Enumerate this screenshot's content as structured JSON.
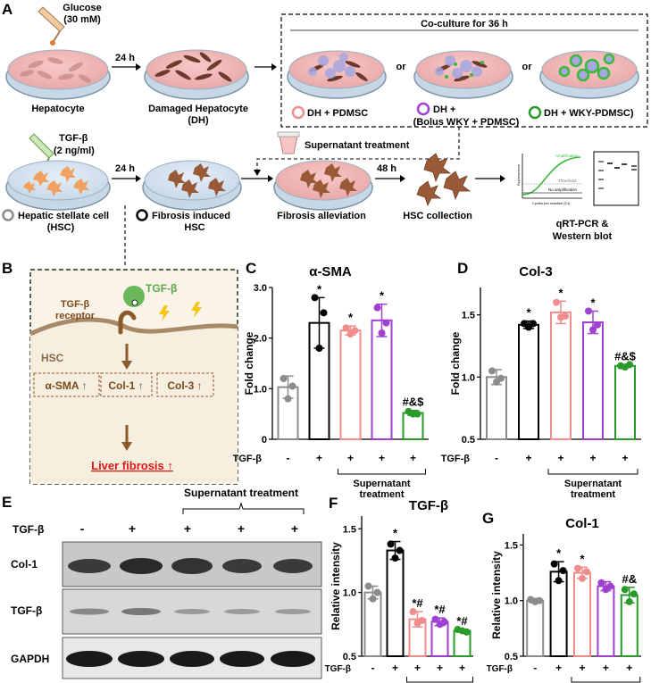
{
  "panels": {
    "A": "A",
    "B": "B",
    "C": "C",
    "D": "D",
    "E": "E",
    "F": "F",
    "G": "G"
  },
  "panel_a": {
    "glucose": "Glucose",
    "glucose_conc": "(30 mM)",
    "time_24h": "24 h",
    "time_24h_b": "24 h",
    "time_48h": "48 h",
    "hepatocyte": "Hepatocyte",
    "damaged_1": "Damaged Hepatocyte",
    "damaged_2": "(DH)",
    "coculture": "Co-culture for 36 h",
    "or1": "or",
    "or2": "or",
    "group1": "DH + PDMSC",
    "group2_1": "DH +",
    "group2_2": "(Bolus WKY + PDMSC)",
    "group3": "DH + WKY-PDMSC)",
    "tgf": "TGF-β",
    "tgf_conc": "(2 ng/ml)",
    "supernatant": "Supernatant treatment",
    "hsc_1": "Hepatic stellate cell",
    "hsc_2": "(HSC)",
    "fib_1": "Fibrosis induced",
    "fib_2": "HSC",
    "alleviation": "Fibrosis alleviation",
    "collection": "HSC collection",
    "qrt_1": "qRT-PCR &",
    "qrt_2": "Western blot",
    "pcr_amp": "Amplification",
    "pcr_thr": "Threshold",
    "pcr_noamp": "No amplification",
    "pcr_ylab": "Fluorescence",
    "pcr_xlab": "Cycles per reaction (Ct)"
  },
  "panel_b": {
    "ligand": "TGF-β",
    "receptor_1": "TGF-β",
    "receptor_2": "receptor",
    "cell": "HSC",
    "markers": [
      "α-SMA ↑",
      "Col-1 ↑",
      "Col-3 ↑"
    ],
    "outcome": "Liver fibrosis ↑"
  },
  "treatment": {
    "row_label": "TGF-β",
    "signs": [
      "-",
      "+",
      "+",
      "+",
      "+"
    ],
    "bracket_1": "Supernatant",
    "bracket_2": "treatment"
  },
  "panel_e": {
    "supernatant": "Supernatant treatment",
    "rows": [
      "Col-1",
      "TGF-β",
      "GAPDH"
    ]
  },
  "chart_data": [
    {
      "panel": "C",
      "type": "bar",
      "title": "α-SMA",
      "ylabel": "Fold change",
      "ylim": [
        0,
        3.0
      ],
      "yticks": [
        "0",
        "1.0",
        "2.0",
        "3.0"
      ],
      "categories": [
        "-",
        "+",
        "+",
        "+",
        "+"
      ],
      "values": [
        1.03,
        2.3,
        2.15,
        2.35,
        0.52
      ],
      "errors": [
        0.22,
        0.5,
        0.09,
        0.32,
        0.05
      ],
      "points": [
        [
          1.2,
          0.8,
          1.05
        ],
        [
          2.8,
          1.8,
          2.5
        ],
        [
          2.2,
          2.08,
          2.15
        ],
        [
          2.6,
          2.1,
          2.3
        ],
        [
          0.55,
          0.5,
          0.5
        ]
      ],
      "annotations": [
        "",
        "*",
        "*",
        "*",
        "#&$"
      ],
      "colors": [
        "#8c8c8c",
        "#000000",
        "#f08c8c",
        "#a040d0",
        "#2a9a2a"
      ]
    },
    {
      "panel": "D",
      "type": "bar",
      "title": "Col-3",
      "ylabel": "Fold change",
      "ylim": [
        0.5,
        1.72
      ],
      "yticks": [
        "0.5",
        "1.0",
        "1.5"
      ],
      "categories": [
        "-",
        "+",
        "+",
        "+",
        "+"
      ],
      "values": [
        1.0,
        1.42,
        1.52,
        1.44,
        1.09
      ],
      "errors": [
        0.06,
        0.03,
        0.09,
        0.09,
        0.01
      ],
      "points": [
        [
          1.05,
          0.96,
          0.99
        ],
        [
          1.43,
          1.4,
          1.43
        ],
        [
          1.6,
          1.48,
          1.49
        ],
        [
          1.53,
          1.38,
          1.42
        ],
        [
          1.09,
          1.08,
          1.1
        ]
      ],
      "annotations": [
        "",
        "*",
        "*",
        "*",
        "#&$"
      ],
      "colors": [
        "#8c8c8c",
        "#000000",
        "#f08c8c",
        "#a040d0",
        "#2a9a2a"
      ]
    },
    {
      "panel": "F",
      "type": "bar",
      "title": "TGF-β",
      "ylabel": "Relative intensity",
      "ylim": [
        0.5,
        1.6
      ],
      "yticks": [
        "0.5",
        "1.0",
        "1.5"
      ],
      "categories": [
        "-",
        "+",
        "+",
        "+",
        "+"
      ],
      "values": [
        1.0,
        1.33,
        0.79,
        0.77,
        0.7
      ],
      "errors": [
        0.05,
        0.07,
        0.06,
        0.03,
        0.01
      ],
      "points": [
        [
          1.05,
          0.95,
          1.0
        ],
        [
          1.38,
          1.27,
          1.33
        ],
        [
          0.85,
          0.76,
          0.78
        ],
        [
          0.79,
          0.75,
          0.77
        ],
        [
          0.71,
          0.7,
          0.69
        ]
      ],
      "annotations": [
        "",
        "*",
        "*#",
        "*#",
        "*#"
      ],
      "colors": [
        "#8c8c8c",
        "#000000",
        "#f08c8c",
        "#a040d0",
        "#2a9a2a"
      ]
    },
    {
      "panel": "G",
      "type": "bar",
      "title": "Col-1",
      "ylabel": "Relative intensity",
      "ylim": [
        0.5,
        1.6
      ],
      "yticks": [
        "0.5",
        "1.0",
        "1.5"
      ],
      "categories": [
        "-",
        "+",
        "+",
        "+",
        "+"
      ],
      "values": [
        1.0,
        1.26,
        1.25,
        1.13,
        1.05
      ],
      "errors": [
        0.02,
        0.09,
        0.05,
        0.04,
        0.07
      ],
      "points": [
        [
          1.01,
          0.99,
          1.0
        ],
        [
          1.33,
          1.18,
          1.27
        ],
        [
          1.29,
          1.2,
          1.26
        ],
        [
          1.16,
          1.1,
          1.13
        ],
        [
          1.1,
          0.99,
          1.06
        ]
      ],
      "annotations": [
        "",
        "*",
        "*",
        "",
        "#&"
      ],
      "colors": [
        "#8c8c8c",
        "#000000",
        "#f08c8c",
        "#a040d0",
        "#2a9a2a"
      ]
    }
  ]
}
